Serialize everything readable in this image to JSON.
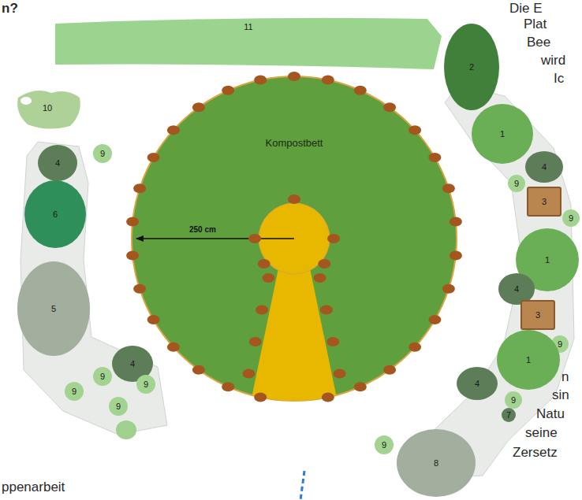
{
  "diagram": {
    "nodes": [
      {
        "text": [
          "11"
        ]
      },
      {
        "text": [
          "10"
        ]
      },
      {
        "text": [
          "Kompostbett"
        ]
      },
      {
        "text": [
          "9"
        ]
      },
      {
        "text": [
          "4"
        ]
      },
      {
        "text": [
          "6"
        ]
      },
      {
        "text": [
          "5"
        ]
      },
      {
        "text": [
          "4"
        ]
      },
      {
        "text": [
          "9"
        ]
      },
      {
        "text": [
          "9"
        ]
      },
      {
        "text": [
          "9"
        ]
      },
      {
        "text": [
          "9"
        ]
      },
      {
        "text": [
          "2"
        ]
      },
      {
        "text": [
          "1"
        ]
      },
      {
        "text": [
          "4"
        ]
      },
      {
        "text": [
          "9"
        ]
      },
      {
        "text": [
          "3"
        ]
      },
      {
        "text": [
          "9"
        ]
      },
      {
        "text": [
          "1"
        ]
      },
      {
        "text": [
          "4"
        ]
      },
      {
        "text": [
          "3"
        ]
      },
      {
        "text": [
          "9"
        ]
      },
      {
        "text": [
          "1"
        ]
      },
      {
        "text": [
          "4"
        ]
      },
      {
        "text": [
          "9"
        ]
      },
      {
        "text": [
          "7"
        ]
      },
      {
        "text": [
          "9"
        ]
      },
      {
        "text": [
          "8"
        ]
      }
    ],
    "labels": [
      "250 cm",
      "n?",
      "Die E",
      "Plat",
      "Bee",
      "wird",
      "Ic",
      "n",
      "sin",
      "Natu",
      "seine",
      "Zersetz",
      "ppenarbeit"
    ]
  }
}
